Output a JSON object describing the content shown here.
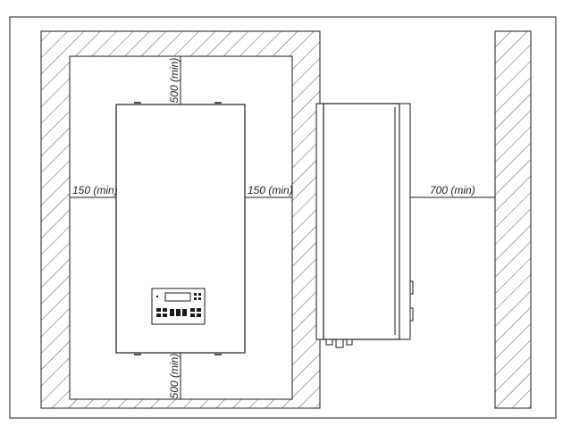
{
  "dimensions": {
    "top": "500 (min)",
    "bottom": "500 (min)",
    "left": "150 (min)",
    "right": "150 (min)",
    "front": "700 (min)"
  },
  "colors": {
    "line": "#1a1a1a",
    "hatch": "#555555",
    "background": "#ffffff"
  }
}
